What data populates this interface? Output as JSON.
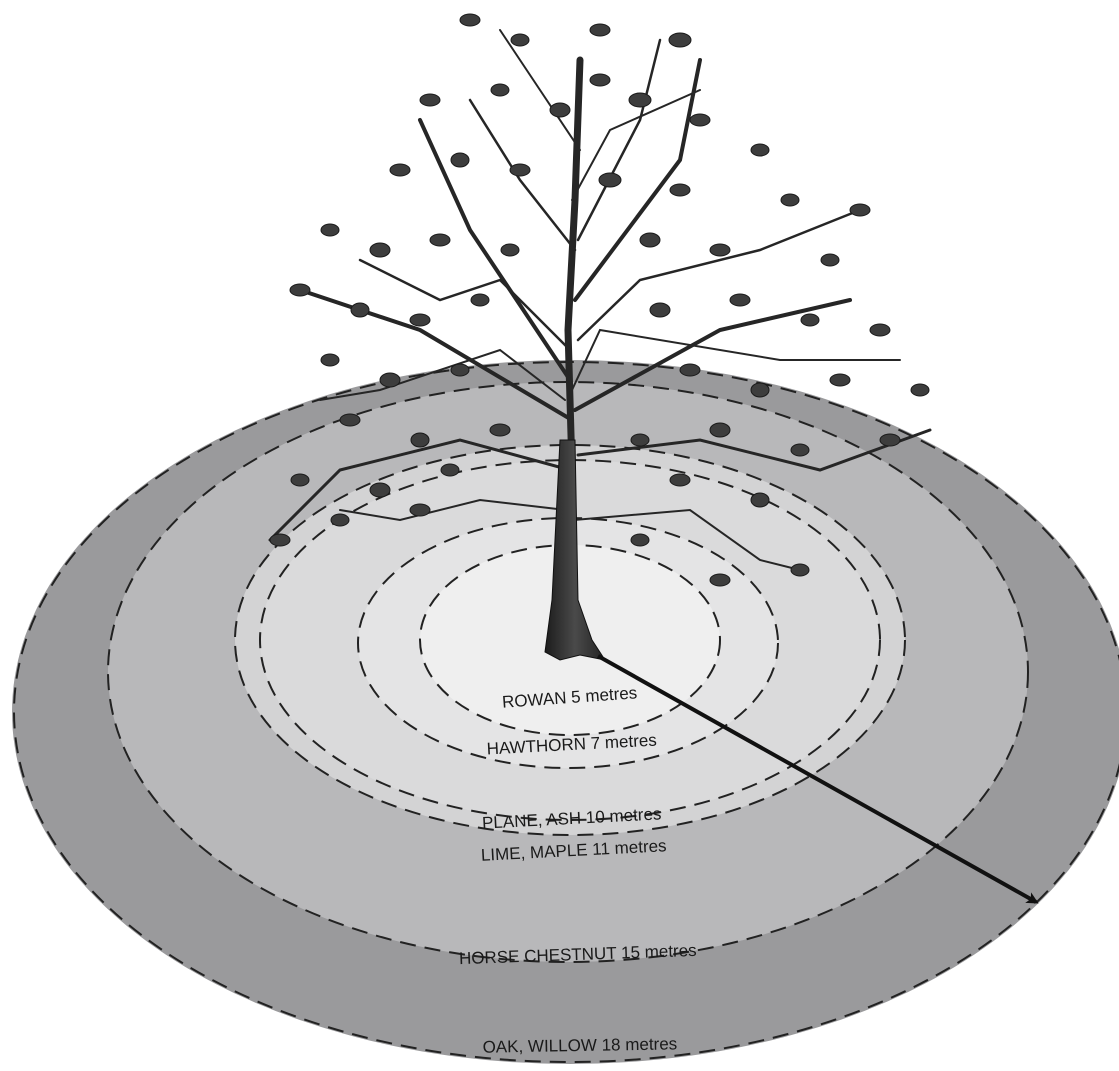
{
  "diagram": {
    "zones": [
      {
        "label": "ROWAN 5 metres",
        "color": "#eeeeef"
      },
      {
        "label": "HAWTHORN 7 metres",
        "color": "#e2e2e3"
      },
      {
        "label": "PLANE, ASH 10 metres",
        "color": "#d9d9da"
      },
      {
        "label": "LIME, MAPLE 11 metres",
        "color": "#d2d2d3"
      },
      {
        "label": "HORSE CHESTNUT 15 metres",
        "color": "#b5b5b7"
      },
      {
        "label": "OAK, WILLOW 18 metres",
        "color": "#99999b"
      }
    ],
    "illustration": "tree-icon",
    "arrow": "radius-arrow"
  }
}
